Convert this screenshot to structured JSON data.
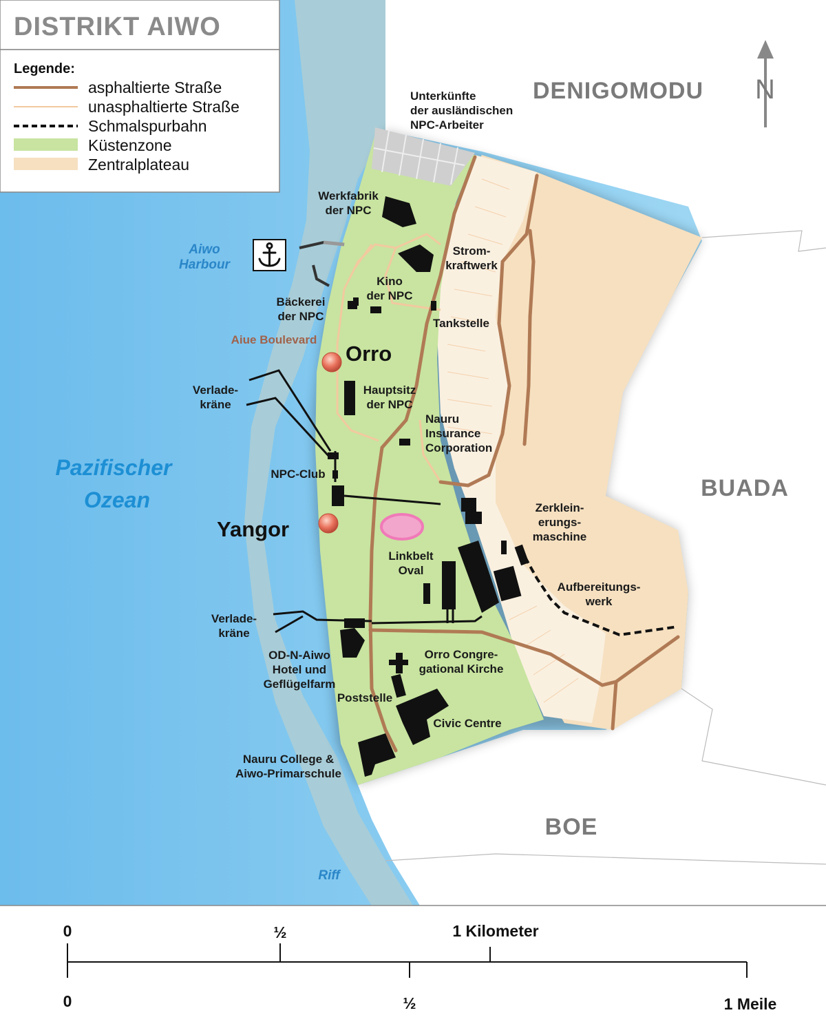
{
  "title": "DISTRIKT AIWO",
  "legend": {
    "heading": "Legende:",
    "items": [
      {
        "label": "asphaltierte Straße",
        "color": "#b07a55",
        "kind": "line-thick"
      },
      {
        "label": "unasphaltierte Straße",
        "color": "#f2c9a0",
        "kind": "line-thin"
      },
      {
        "label": "Schmalspurbahn",
        "color": "#111111",
        "kind": "line-dashed"
      },
      {
        "label": "Küstenzone",
        "color": "#c8e4a0",
        "kind": "area"
      },
      {
        "label": "Zentralplateau",
        "color": "#f6e0c0",
        "kind": "area"
      }
    ]
  },
  "districts": {
    "denigomodu": "DENIGOMODU",
    "buada": "BUADA",
    "boe": "BOE"
  },
  "water": {
    "harbour_line1": "Aiwo",
    "harbour_line2": "Harbour",
    "ocean_line1": "Pazifischer",
    "ocean_line2": "Ozean",
    "reef": "Riff"
  },
  "towns": {
    "orro": "Orro",
    "yangor": "Yangor"
  },
  "road_label": "Aiue Boulevard",
  "places": {
    "unterkuenfte": [
      "Unterkünfte",
      "der ausländischen",
      "NPC-Arbeiter"
    ],
    "werkfabrik": [
      "Werkfabrik",
      "der NPC"
    ],
    "kraftwerk": [
      "Strom-",
      "kraftwerk"
    ],
    "kino": [
      "Kino",
      "der NPC"
    ],
    "baeckerei": [
      "Bäckerei",
      "der NPC"
    ],
    "tankstelle": [
      "Tankstelle"
    ],
    "hauptsitz": [
      "Hauptsitz",
      "der NPC"
    ],
    "insurance": [
      "Nauru",
      "Insurance",
      "Corporation"
    ],
    "kraene1": [
      "Verlade-",
      "kräne"
    ],
    "npc_club": [
      "NPC-Club"
    ],
    "zerkleinerung": [
      "Zerklein-",
      "erungs-",
      "maschine"
    ],
    "linkbelt": [
      "Linkbelt",
      "Oval"
    ],
    "aufbereitung": [
      "Aufbereitungs-",
      "werk"
    ],
    "kraene2": [
      "Verlade-",
      "kräne"
    ],
    "hotel": [
      "OD-N-Aiwo",
      "Hotel und",
      "Geflügelfarm"
    ],
    "kirche": [
      "Orro Congre-",
      "gational Kirche"
    ],
    "poststelle": [
      "Poststelle"
    ],
    "civic": [
      "Civic Centre"
    ],
    "college": [
      "Nauru College &",
      "Aiwo-Primarschule"
    ]
  },
  "north_label": "N",
  "anchor_icon": "anchor-icon",
  "scale_bar": {
    "km_zero": "0",
    "km_half": "½",
    "km_one": "1 Kilometer",
    "mi_zero": "0",
    "mi_half": "½",
    "mi_one": "1 Meile"
  },
  "colors": {
    "ocean": "#8ccdf0",
    "reef": "#a8cdd8",
    "coast": "#c8e4a0",
    "plateau": "#f6e0c0",
    "paved_road": "#b07a55",
    "unpaved_road": "#f2c9a0",
    "building": "#111111",
    "town_marker": "#e8705a",
    "oval": "#f090c8"
  }
}
